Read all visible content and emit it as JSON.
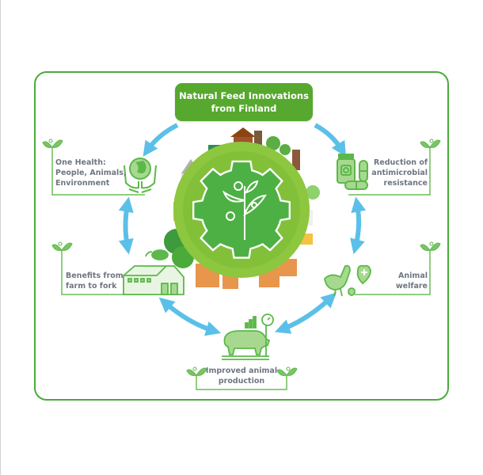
{
  "title": "Natural Feed Innovations\nfrom Finland",
  "title_lines": [
    "Natural Feed Innovations",
    "from Finland"
  ],
  "nodes": [
    {
      "id": "one-health",
      "lines": [
        "One Health:",
        "People, Animals,",
        "Environment"
      ],
      "icon": "globe-in-hands-icon"
    },
    {
      "id": "antimicrobial",
      "lines": [
        "Reduction of",
        "antimicrobial",
        "resistance"
      ],
      "icon": "medicine-bottle-pills-icon"
    },
    {
      "id": "farm-to-fork",
      "lines": [
        "Benefits from",
        "farm to fork"
      ],
      "icon": "barn-chicken-icon"
    },
    {
      "id": "animal-welfare",
      "lines": [
        "Animal",
        "welfare"
      ],
      "icon": "hen-chick-heart-icon"
    },
    {
      "id": "animal-production",
      "lines": [
        "Improved animal",
        "production"
      ],
      "icon": "pig-on-scale-icon"
    }
  ],
  "center_icon": "gear-sprout-planet-icon",
  "colors": {
    "frame": "#4aab3a",
    "title_bg": "#56a82e",
    "arrow": "#5bc0e8",
    "icon_green": "#5cb84a",
    "label_text": "#6f7680",
    "planet_outer": "#8dc63f",
    "planet_inner": "#4db044"
  }
}
